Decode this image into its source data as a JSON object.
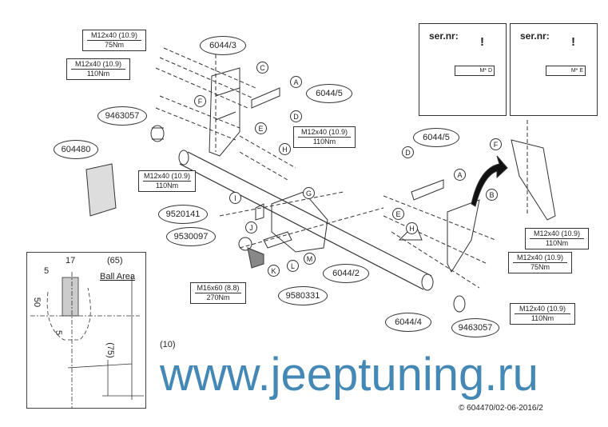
{
  "parts": {
    "bracket_left": "6044/3",
    "plate_left": "6044/5",
    "sleeve_left": "9463057",
    "electric_kit": "604480",
    "crossbar": "6044/2",
    "ball_plate": "9520141",
    "towball": "9530097",
    "spacer": "9580331",
    "plate_right": "6044/5",
    "bracket_right": "6044/4",
    "sleeve_right": "9463057"
  },
  "bolts": {
    "m12_75": {
      "spec": "M12x40 (10.9)",
      "torque": "75Nm"
    },
    "m12_110": {
      "spec": "M12x40 (10.9)",
      "torque": "110Nm"
    },
    "m16_270": {
      "spec": "M16x60 (8.8)",
      "torque": "270Nm"
    }
  },
  "callouts": {
    "A": "A",
    "B": "B",
    "C": "C",
    "D": "D",
    "E": "E",
    "F": "F",
    "G": "G",
    "H": "H",
    "I": "I",
    "J": "J",
    "K": "K",
    "L": "L",
    "M": "M"
  },
  "warning_panels": [
    {
      "label": "ser.nr:",
      "tag": "M* D"
    },
    {
      "label": "ser.nr:",
      "tag": "M* E"
    }
  ],
  "inset": {
    "dim_17": "17",
    "dim_65": "(65)",
    "dim_5_top": "5",
    "dim_50": "50",
    "dim_5_side": "5",
    "dim_75": "(75)",
    "dim_10": "(10)",
    "ball_area": "Ball Area"
  },
  "watermark": "www.jeeptuning.ru",
  "copyright": "© 604470/02-06-2016/2",
  "colors": {
    "watermark": "#2b78ad",
    "line": "#333333"
  }
}
